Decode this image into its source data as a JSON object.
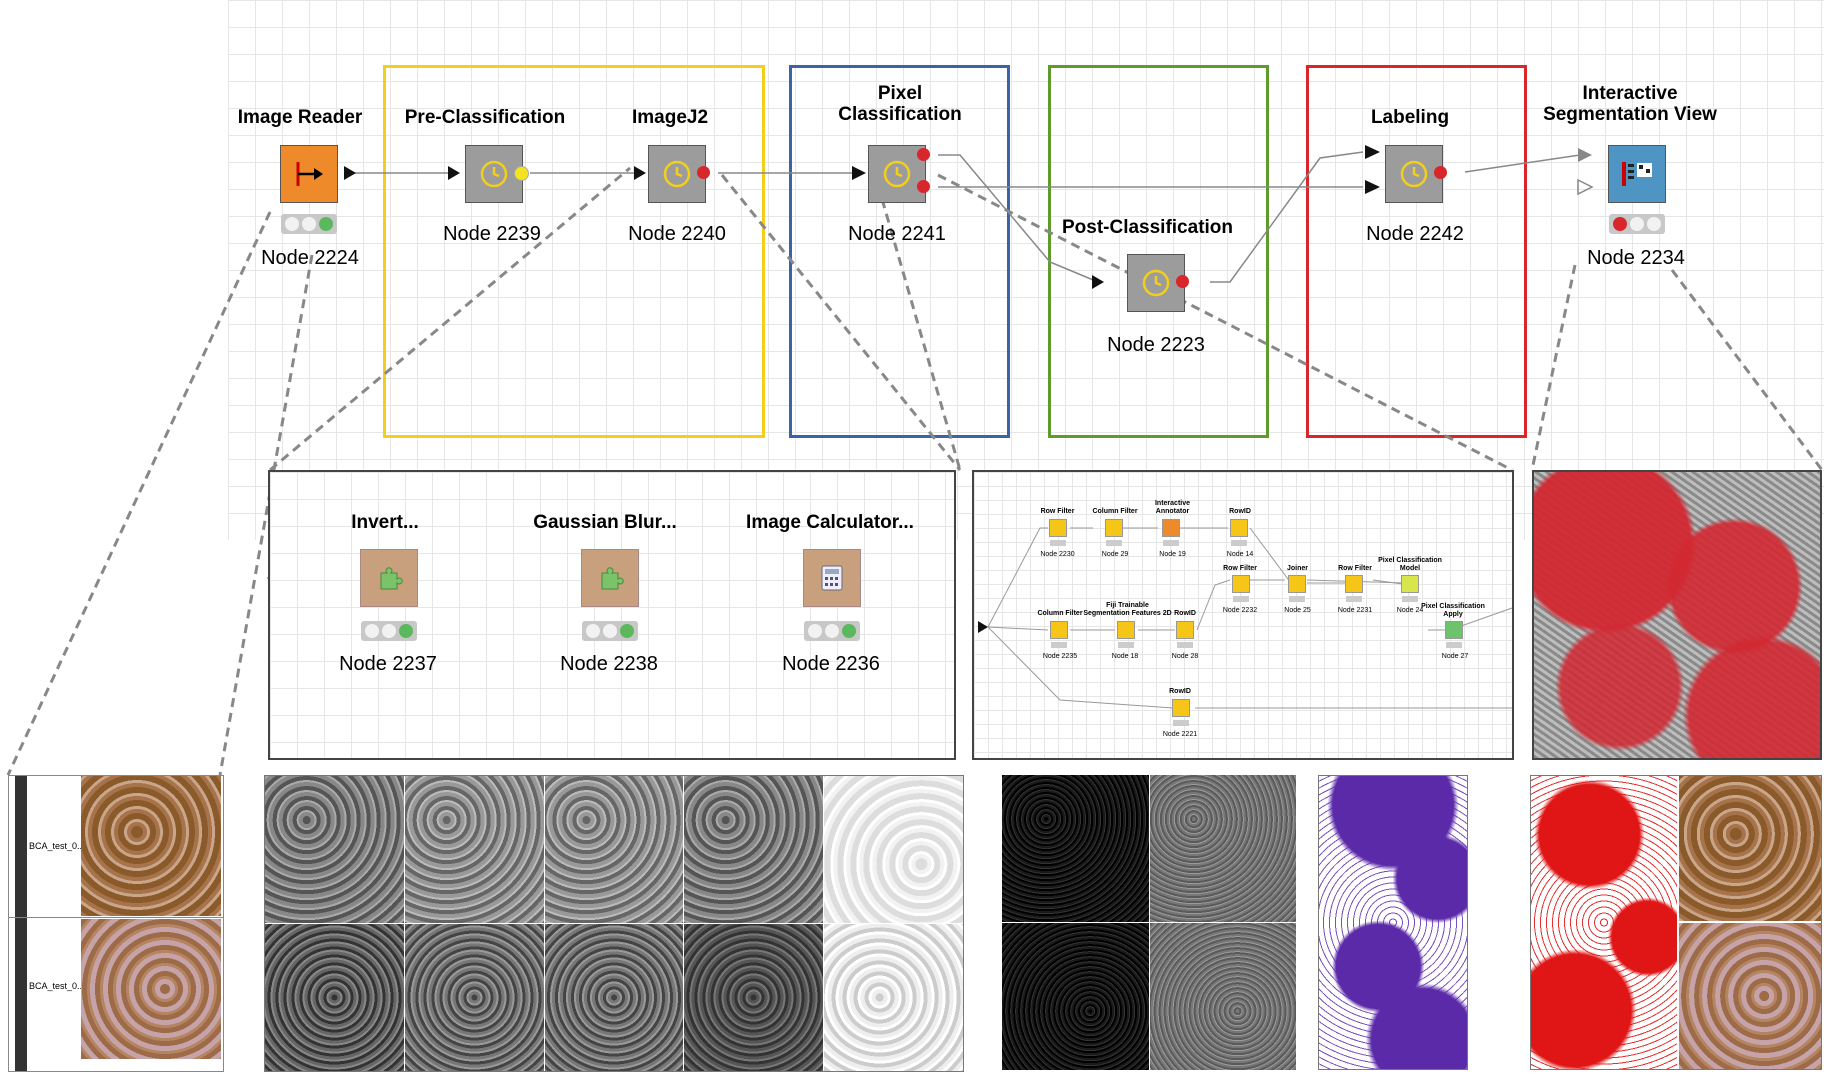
{
  "workflow": {
    "image_reader": {
      "title": "Image Reader",
      "node": "Node 2224"
    },
    "pre_classification": {
      "title": "Pre-Classification",
      "node": "Node 2239"
    },
    "imagej2": {
      "title": "ImageJ2",
      "node": "Node 2240"
    },
    "pixel_classification": {
      "title": "Pixel\nClassification",
      "node": "Node 2241"
    },
    "post_classification": {
      "title": "Post-Classification",
      "node": "Node 2223"
    },
    "labeling": {
      "title": "Labeling",
      "node": "Node 2242"
    },
    "interactive_view": {
      "title": "Interactive\nSegmentation View",
      "node": "Node 2234"
    }
  },
  "subworkflow_imagej": {
    "nodes": [
      {
        "title": "Invert...",
        "node": "Node 2237"
      },
      {
        "title": "Gaussian Blur...",
        "node": "Node 2238"
      },
      {
        "title": "Image Calculator...",
        "node": "Node 2236"
      }
    ]
  },
  "subworkflow_pixel": {
    "nodes": [
      {
        "title": "Row Filter",
        "node": "Node 2230"
      },
      {
        "title": "Column Filter",
        "node": "Node 29"
      },
      {
        "title": "Interactive\nAnnotator",
        "node": "Node 19"
      },
      {
        "title": "RowID",
        "node": "Node 14"
      },
      {
        "title": "Row Filter",
        "node": "Node 2232"
      },
      {
        "title": "Joiner",
        "node": "Node 25"
      },
      {
        "title": "Row Filter",
        "node": "Node 2231"
      },
      {
        "title": "Pixel Classification\nModel",
        "node": "Node 24"
      },
      {
        "title": "Pixel Classification\nApply",
        "node": "Node 27"
      },
      {
        "title": "Column Filter",
        "node": "Node 2235"
      },
      {
        "title": "Fiji Trainable\nSegmentation Features 2D",
        "node": "Node 18"
      },
      {
        "title": "RowID",
        "node": "Node 28"
      },
      {
        "title": "RowID",
        "node": "Node 2221"
      }
    ]
  },
  "table_rows": [
    "BCA_test_0...",
    "BCA_test_0..."
  ],
  "colors": {
    "yellow": "#f2cf1c",
    "blue": "#3a63a8",
    "green": "#5f9b2b",
    "red": "#d8262b",
    "reader": "#ef8a2a",
    "view": "#4f95c4"
  }
}
